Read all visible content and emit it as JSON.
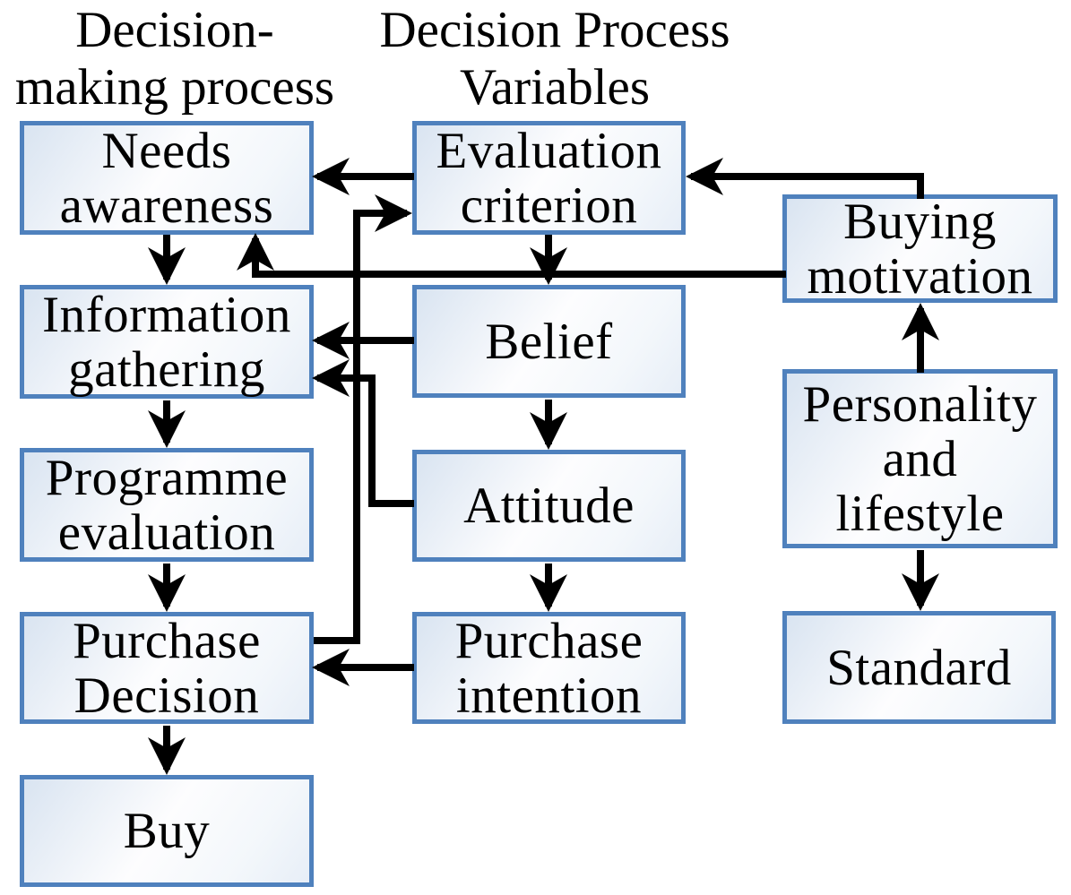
{
  "title": "Consumer decision-making process diagram",
  "headers": {
    "left": "Decision-\nmaking process",
    "right": "Decision Process\nVariables"
  },
  "nodes": {
    "needs_awareness": {
      "label": "Needs\nawareness"
    },
    "information_gathering": {
      "label": "Information\ngathering"
    },
    "programme_evaluation": {
      "label": "Programme\nevaluation"
    },
    "purchase_decision": {
      "label": "Purchase\nDecision"
    },
    "buy": {
      "label": "Buy"
    },
    "evaluation_criterion": {
      "label": "Evaluation\ncriterion"
    },
    "belief": {
      "label": "Belief"
    },
    "attitude": {
      "label": "Attitude"
    },
    "purchase_intention": {
      "label": "Purchase\nintention"
    },
    "buying_motivation": {
      "label": "Buying\nmotivation"
    },
    "personality_lifestyle": {
      "label": "Personality\nand\nlifestyle"
    },
    "standard": {
      "label": "Standard"
    }
  },
  "edges": [
    {
      "from": "needs_awareness",
      "to": "information_gathering"
    },
    {
      "from": "information_gathering",
      "to": "programme_evaluation"
    },
    {
      "from": "programme_evaluation",
      "to": "purchase_decision"
    },
    {
      "from": "purchase_decision",
      "to": "buy"
    },
    {
      "from": "evaluation_criterion",
      "to": "belief"
    },
    {
      "from": "belief",
      "to": "attitude"
    },
    {
      "from": "attitude",
      "to": "purchase_intention"
    },
    {
      "from": "evaluation_criterion",
      "to": "needs_awareness"
    },
    {
      "from": "belief",
      "to": "information_gathering"
    },
    {
      "from": "attitude",
      "to": "information_gathering"
    },
    {
      "from": "purchase_intention",
      "to": "purchase_decision"
    },
    {
      "from": "purchase_decision",
      "to": "evaluation_criterion"
    },
    {
      "from": "buying_motivation",
      "to": "evaluation_criterion"
    },
    {
      "from": "buying_motivation",
      "to": "needs_awareness"
    },
    {
      "from": "personality_lifestyle",
      "to": "buying_motivation"
    },
    {
      "from": "personality_lifestyle",
      "to": "standard"
    }
  ],
  "colors": {
    "box_border": "#4f81bd",
    "box_fill_edge": "#d9e4f1",
    "box_fill_center": "#fdfdfe",
    "arrow": "#000000",
    "text": "#000000",
    "background": "#ffffff"
  }
}
